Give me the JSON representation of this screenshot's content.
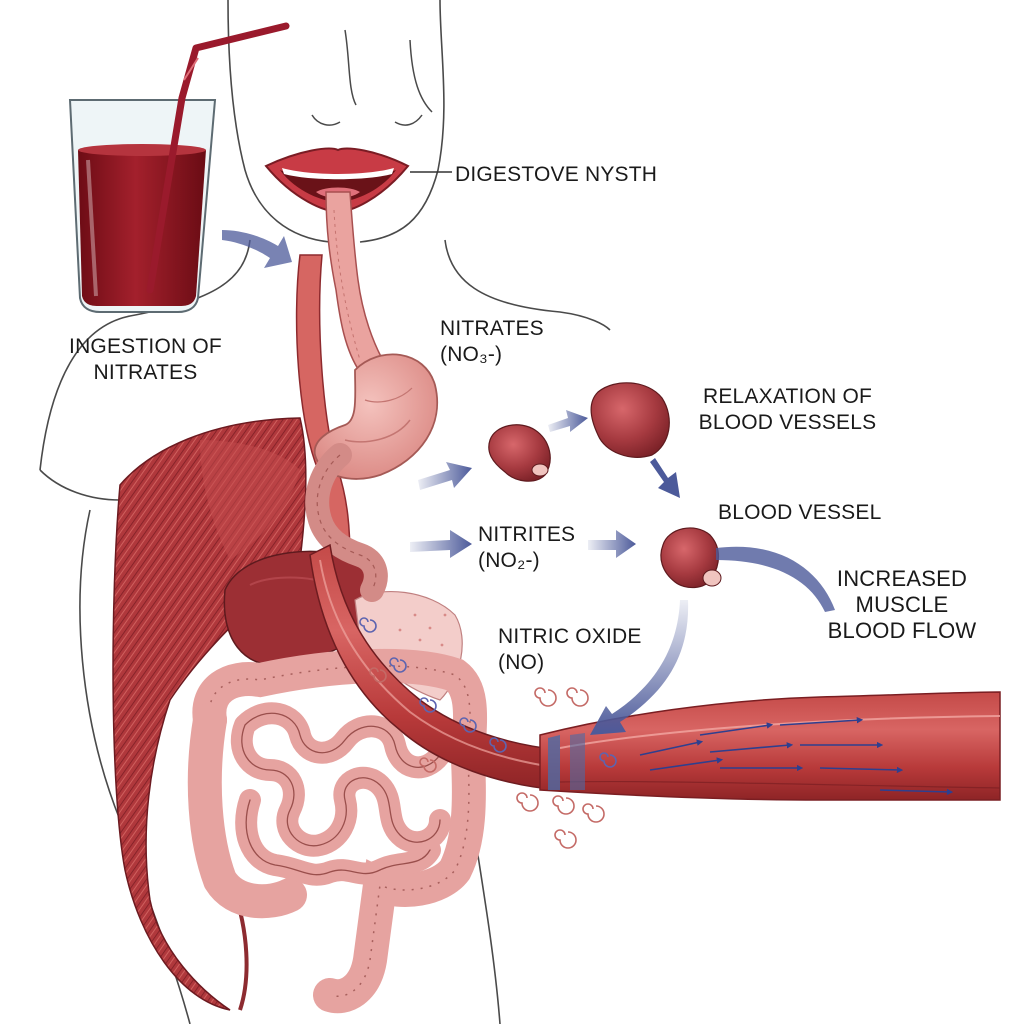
{
  "labels": {
    "digestive_system": "DIGESTOVE NYSTH",
    "ingestion": [
      "INGESTION OF",
      "NITRATES"
    ],
    "nitrates": [
      "NITRATES",
      "(NO₃-)"
    ],
    "relaxation": [
      "RELAXATION OF",
      "BLOOD VESSELS"
    ],
    "blood_vessel": "BLOOD VESSEL",
    "nitrites": [
      "NITRITES",
      "(NO₂-)"
    ],
    "increased_flow": [
      "INCREASED",
      "MUSCLE",
      "BLOOD FLOW"
    ],
    "nitric_oxide": [
      "NITRIC OXIDE",
      "(NO)"
    ]
  },
  "colors": {
    "beet_juice": "#8e1520",
    "muscle": "#b0383c",
    "tissue_pink": "#e9a8a6",
    "intestine": "#e6a3a0",
    "vessel": "#b33a3a",
    "arrow": "#4c5a9a",
    "outline": "#3a3a3a"
  },
  "icons": [
    "glass-of-beet-juice-icon",
    "straw-icon",
    "mouth-icon",
    "stomach-icon",
    "intestines-icon",
    "liver-icon",
    "heart-icon",
    "artery-icon",
    "flow-arrow-icon"
  ]
}
